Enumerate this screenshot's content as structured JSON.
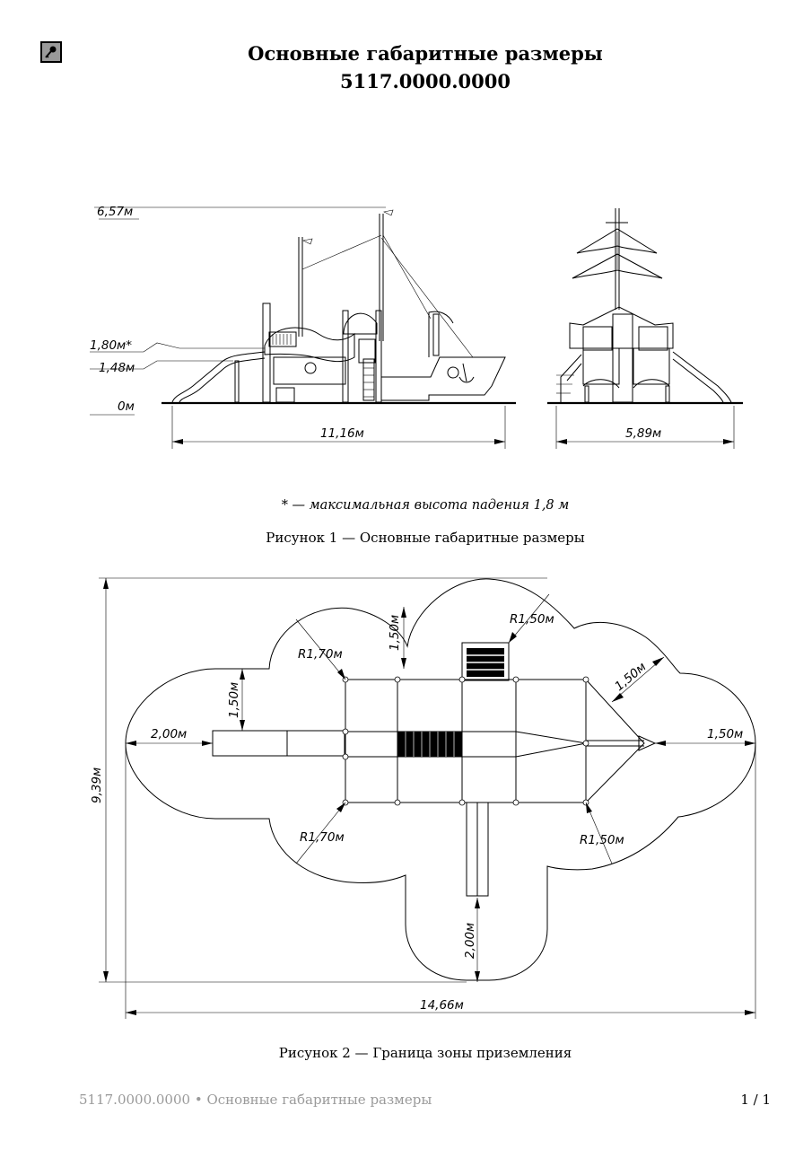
{
  "header": {
    "title_line1": "Основные габаритные размеры",
    "title_line2": "5117.0000.0000"
  },
  "figure1": {
    "heights": {
      "h_top": "6,57м",
      "h_fall": "1,80м*",
      "h_platform": "1,48м",
      "h_ground": "0м"
    },
    "widths": {
      "front_length": "11,16м",
      "side_width": "5,89м"
    },
    "note": "* — максимальная высота падения 1,8 м",
    "caption": "Рисунок 1 — Основные габаритные размеры"
  },
  "figure2": {
    "labels": {
      "overall_height": "9,39м",
      "overall_width": "14,66м",
      "left_offset": "2,00м",
      "left_vert": "1,50м",
      "top_vert": "1,50м",
      "radius_top_left": "R1,70м",
      "radius_top_mid": "R1,50м",
      "diag_right": "1,50м",
      "right_offset": "1,50м",
      "radius_bottom_left": "R1,70м",
      "radius_bottom_right": "R1,50м",
      "bottom_offset": "2,00м"
    },
    "caption": "Рисунок 2 — Граница зоны приземления"
  },
  "footer": {
    "doc_label": "5117.0000.0000 • Основные габаритные размеры",
    "page": "1 / 1"
  }
}
